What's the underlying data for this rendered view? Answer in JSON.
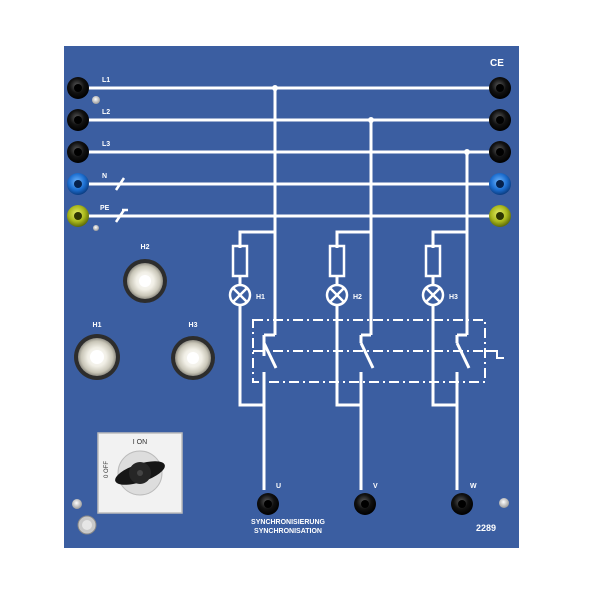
{
  "panel": {
    "model_number": "2289",
    "title_de": "SYNCHRONISIERUNG",
    "title_fr": "SYNCHRONISATION",
    "ce_mark": "CE",
    "panel_color": "#3b5ea1",
    "line_color": "#ffffff"
  },
  "bus_lines": [
    {
      "label": "L1"
    },
    {
      "label": "L2"
    },
    {
      "label": "L3"
    },
    {
      "label": "N"
    },
    {
      "label": "PE"
    }
  ],
  "lamps": [
    {
      "label": "H1"
    },
    {
      "label": "H2"
    },
    {
      "label": "H3"
    }
  ],
  "indicator_lights": [
    {
      "label": "H2"
    },
    {
      "label": "H1"
    },
    {
      "label": "H3"
    }
  ],
  "outputs": [
    {
      "label": "U"
    },
    {
      "label": "V"
    },
    {
      "label": "W"
    }
  ],
  "rotary_switch": {
    "on_label": "I ON",
    "off_label": "0 OFF"
  },
  "icons": [
    "socket-icon",
    "lamp-icon",
    "resistor-icon",
    "rotary-knob-icon",
    "screw-icon"
  ]
}
